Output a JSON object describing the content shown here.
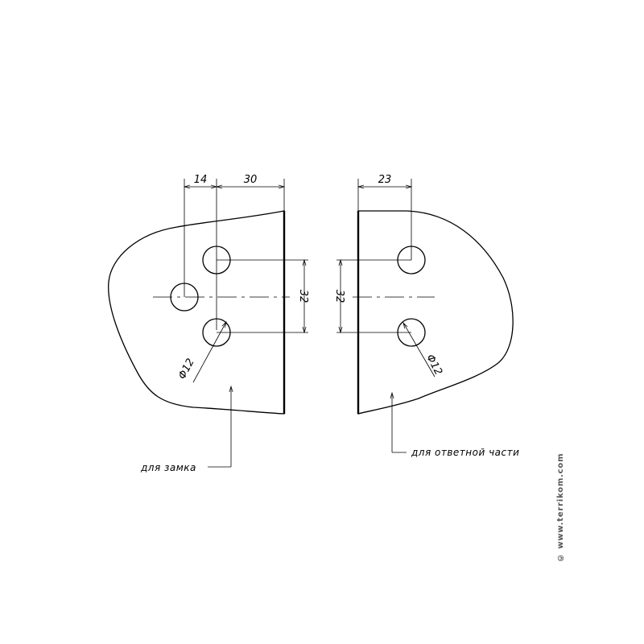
{
  "dimensions": {
    "left_offset": "14",
    "left_hole_spacing_x": "30",
    "left_vertical": "32",
    "right_vertical": "32",
    "right_offset": "23",
    "left_hole_diameter": "Φ12",
    "right_hole_diameter": "Φ12"
  },
  "labels": {
    "lock_part": "для замка",
    "strike_part": "для ответной части"
  },
  "copyright": "© www.terrikom.com"
}
